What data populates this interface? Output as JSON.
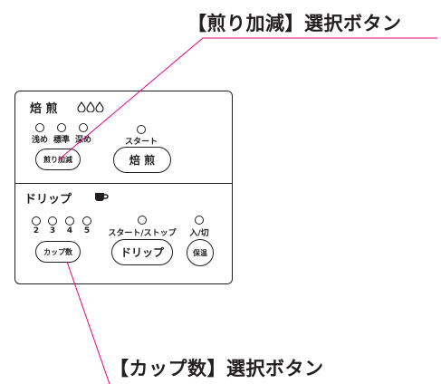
{
  "callouts": {
    "roast_button": "【煎り加減】選択ボタン",
    "cup_button": "【カップ数】選択ボタン"
  },
  "roast_section": {
    "title": "焙 煎",
    "icon": "water-drops-icon",
    "leds": [
      "浅め",
      "標準",
      "深め"
    ],
    "start_label": "スタート",
    "select_button": "煎り加減",
    "start_button": "焙 煎"
  },
  "drip_section": {
    "title": "ドリップ",
    "icon": "coffee-cup-icon",
    "cup_leds": [
      "2",
      "3",
      "4",
      "5"
    ],
    "start_stop_label": "スタート/ストップ",
    "power_label": "入/切",
    "select_button": "カップ数",
    "start_button": "ドリップ",
    "keep_warm_button": "保温"
  },
  "colors": {
    "leader_line": "#e5007e",
    "ink": "#231f20"
  }
}
